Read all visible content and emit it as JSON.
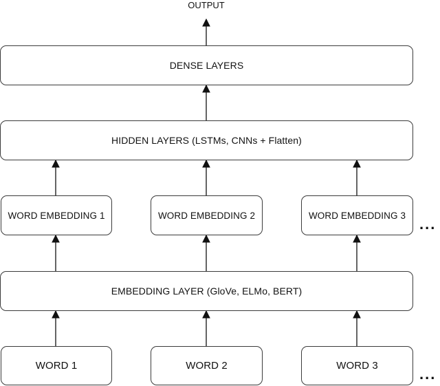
{
  "output_label": "OUTPUT",
  "dense_layers": "DENSE LAYERS",
  "hidden_layers": "HIDDEN LAYERS (LSTMs, CNNs + Flatten)",
  "word_embeddings": [
    "WORD EMBEDDING 1",
    "WORD EMBEDDING 2",
    "WORD EMBEDDING 3"
  ],
  "embedding_layer": "EMBEDDING LAYER (GloVe, ELMo, BERT)",
  "words": [
    "WORD 1",
    "WORD 2",
    "WORD 3"
  ],
  "ellipsis": "..."
}
